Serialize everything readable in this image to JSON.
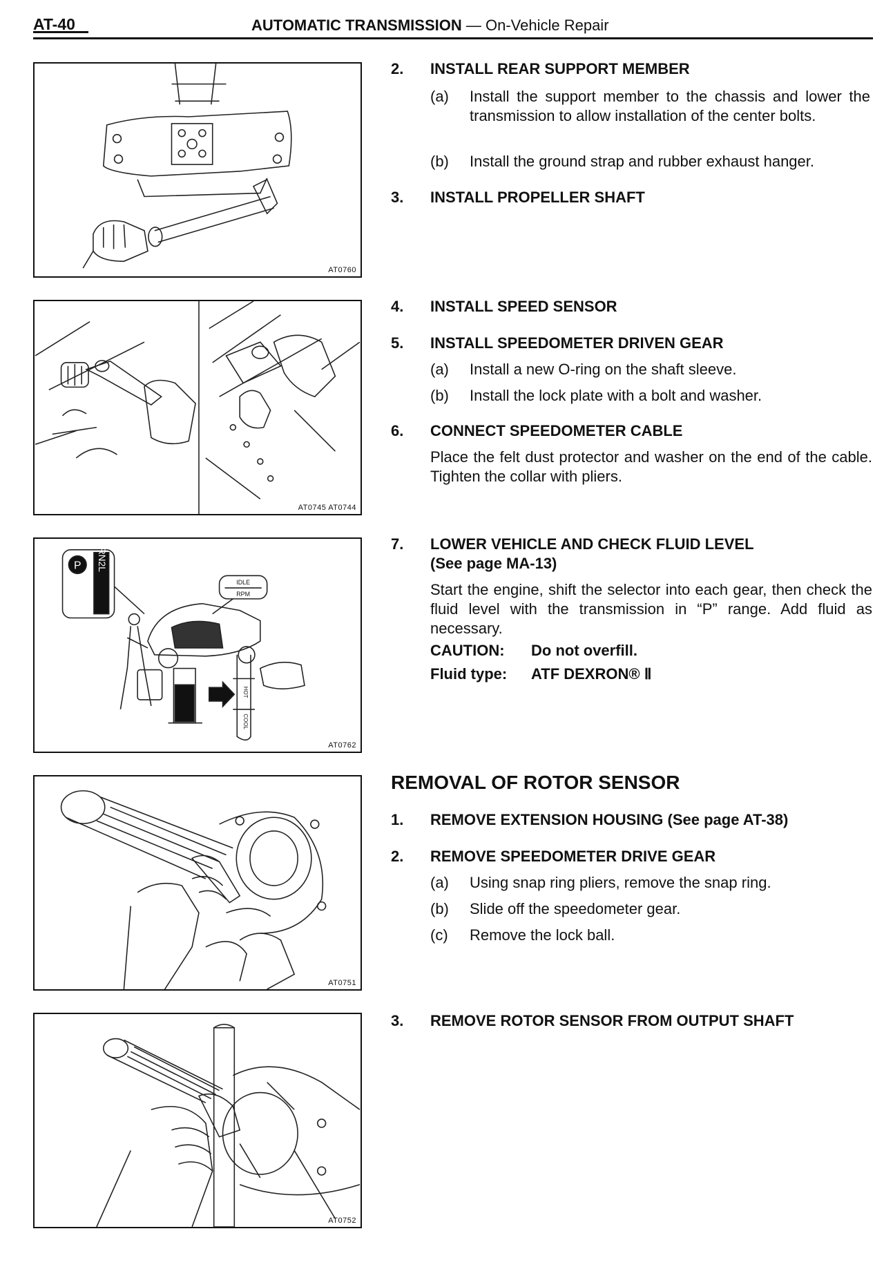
{
  "header": {
    "page_number": "AT-40",
    "section_title": "AUTOMATIC TRANSMISSION",
    "separator": "—",
    "subsection": "On-Vehicle Repair"
  },
  "figures": [
    {
      "code": "AT0760",
      "icon": "rear-support-member-illustration"
    },
    {
      "code": "AT0745 AT0744",
      "icon": "speed-sensor-illustration"
    },
    {
      "code": "AT0762",
      "icon": "fluid-level-check-illustration"
    },
    {
      "code": "AT0751",
      "icon": "snap-ring-pliers-illustration"
    },
    {
      "code": "AT0752",
      "icon": "rotor-sensor-removal-illustration"
    }
  ],
  "steps_install": [
    {
      "num": "2.",
      "title": "INSTALL REAR SUPPORT MEMBER",
      "subs": [
        {
          "letter": "(a)",
          "text": "Install the support member to the chassis and lower the transmission to allow installation of the center bolts."
        },
        {
          "letter": "(b)",
          "text": "Install the ground strap and rubber exhaust hanger."
        }
      ]
    },
    {
      "num": "3.",
      "title": "INSTALL PROPELLER SHAFT"
    },
    {
      "num": "4.",
      "title": "INSTALL SPEED SENSOR"
    },
    {
      "num": "5.",
      "title": "INSTALL SPEEDOMETER DRIVEN GEAR",
      "subs": [
        {
          "letter": "(a)",
          "text": "Install a new O-ring on the shaft sleeve."
        },
        {
          "letter": "(b)",
          "text": "Install the lock plate with a bolt and washer."
        }
      ]
    },
    {
      "num": "6.",
      "title": "CONNECT SPEEDOMETER CABLE",
      "para": "Place the felt dust protector and washer on the end of the cable. Tighten the collar with pliers."
    },
    {
      "num": "7.",
      "title": "LOWER VEHICLE AND CHECK FLUID LEVEL",
      "title2": "(See page MA-13)",
      "para": "Start the engine, shift the selector into each gear, then check the fluid level with the transmission in “P” range. Add fluid as necessary.",
      "caution_label": "CAUTION:",
      "caution_text": "Do not overfill.",
      "fluid_label": "Fluid type:",
      "fluid_text": "ATF DEXRON® Ⅱ"
    }
  ],
  "removal": {
    "heading": "REMOVAL OF ROTOR SENSOR",
    "steps": [
      {
        "num": "1.",
        "title": "REMOVE EXTENSION HOUSING (See page AT-38)"
      },
      {
        "num": "2.",
        "title": "REMOVE SPEEDOMETER DRIVE GEAR",
        "subs": [
          {
            "letter": "(a)",
            "text": "Using snap ring pliers, remove the snap ring."
          },
          {
            "letter": "(b)",
            "text": "Slide off the speedometer gear."
          },
          {
            "letter": "(c)",
            "text": "Remove the lock ball."
          }
        ]
      },
      {
        "num": "3.",
        "title": "REMOVE ROTOR SENSOR FROM OUTPUT SHAFT"
      }
    ]
  },
  "figure_labels": {
    "gear_letters": "PRN2L",
    "gauge_top": "IDLE",
    "gauge_bottom": "RPM",
    "dipstick_top": "HOT",
    "dipstick_bottom": "COOL"
  }
}
